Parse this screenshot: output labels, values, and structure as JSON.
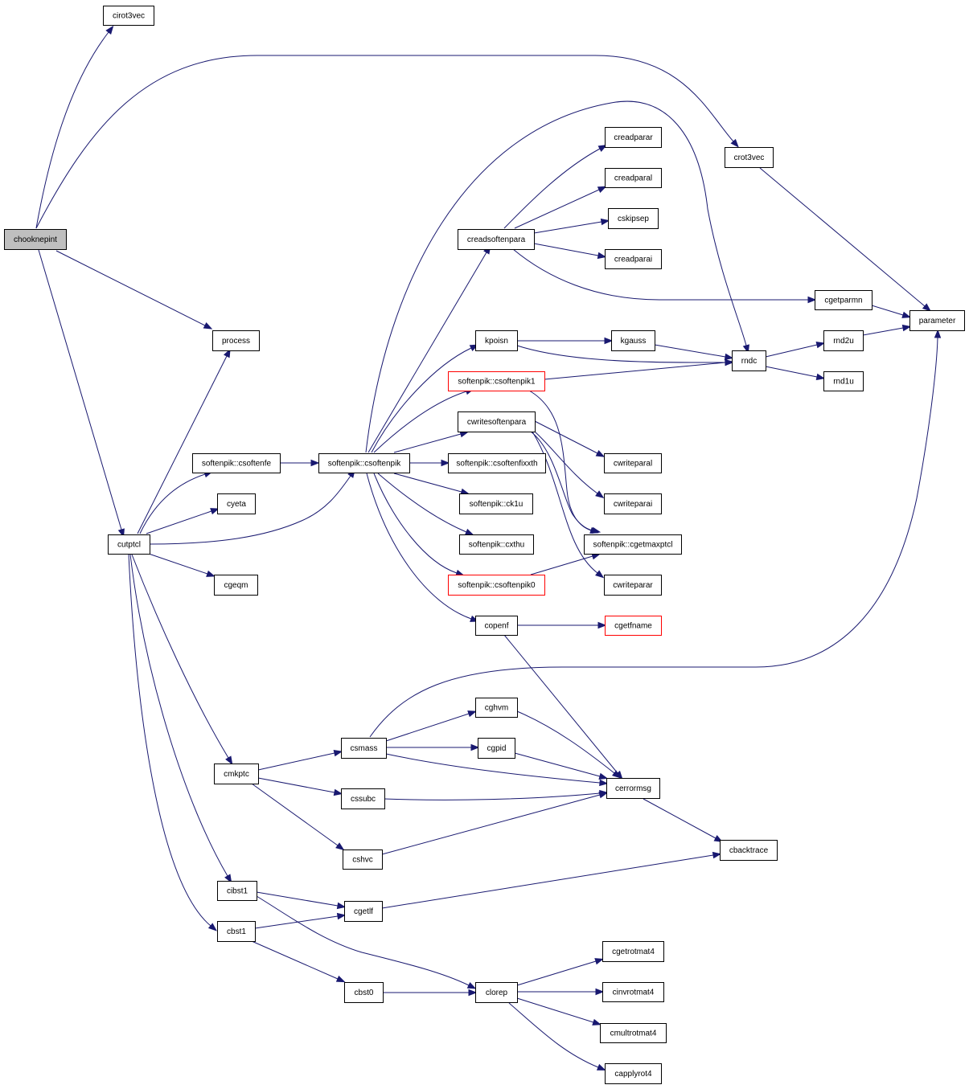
{
  "graph": {
    "node_labels": {
      "chooknepint": "chooknepint",
      "cirot3vec": "cirot3vec",
      "crot3vec": "crot3vec",
      "process": "process",
      "cutptcl": "cutptcl",
      "parameter": "parameter",
      "softenpik_csoftenfe": "softenpik::csoftenfe",
      "cyeta": "cyeta",
      "softenpik_csoftenpik": "softenpik::csoftenpik",
      "cgeqm": "cgeqm",
      "cmkptc": "cmkptc",
      "cibst1": "cibst1",
      "cbst1": "cbst1",
      "creadsoftenpara": "creadsoftenpara",
      "kpoisn": "kpoisn",
      "softenpik_csoftenpik1": "softenpik::csoftenpik1",
      "cwritesoftenpara": "cwritesoftenpara",
      "softenpik_csoftenfixxth": "softenpik::csoftenfixxth",
      "softenpik_ck1u": "softenpik::ck1u",
      "softenpik_cxthu": "softenpik::cxthu",
      "softenpik_csoftenpik0": "softenpik::csoftenpik0",
      "copenf": "copenf",
      "creadparar": "creadparar",
      "creadparal": "creadparal",
      "cskipsep": "cskipsep",
      "creadparai": "creadparai",
      "cgetparmn": "cgetparmn",
      "kgauss": "kgauss",
      "rndc": "rndc",
      "rnd2u": "rnd2u",
      "rnd1u": "rnd1u",
      "cwriteparal": "cwriteparal",
      "cwriteparai": "cwriteparai",
      "softenpik_cgetmaxptcl": "softenpik::cgetmaxptcl",
      "cwriteparar": "cwriteparar",
      "cgetfname": "cgetfname",
      "csmass": "csmass",
      "cssubc": "cssubc",
      "cshvc": "cshvc",
      "cghvm": "cghvm",
      "cgpid": "cgpid",
      "cerrormsg": "cerrormsg",
      "cbacktrace": "cbacktrace",
      "cgetlf": "cgetlf",
      "cbst0": "cbst0",
      "clorep": "clorep",
      "cgetrotmat4": "cgetrotmat4",
      "cinvrotmat4": "cinvrotmat4",
      "cmultrotmat4": "cmultrotmat4",
      "capplyrot4": "capplyrot4"
    },
    "highlighted_node": "chooknepint",
    "red_outlined_nodes": [
      "softenpik_csoftenpik1",
      "softenpik_csoftenpik0",
      "cgetfname"
    ],
    "edges": [
      {
        "from": "chooknepint",
        "to": "cirot3vec"
      },
      {
        "from": "chooknepint",
        "to": "crot3vec"
      },
      {
        "from": "chooknepint",
        "to": "process"
      },
      {
        "from": "chooknepint",
        "to": "cutptcl"
      },
      {
        "from": "crot3vec",
        "to": "parameter"
      },
      {
        "from": "cutptcl",
        "to": "process"
      },
      {
        "from": "cutptcl",
        "to": "softenpik_csoftenfe"
      },
      {
        "from": "cutptcl",
        "to": "cyeta"
      },
      {
        "from": "cutptcl",
        "to": "softenpik_csoftenpik"
      },
      {
        "from": "cutptcl",
        "to": "cgeqm"
      },
      {
        "from": "cutptcl",
        "to": "cmkptc"
      },
      {
        "from": "cutptcl",
        "to": "cibst1"
      },
      {
        "from": "cutptcl",
        "to": "cbst1"
      },
      {
        "from": "softenpik_csoftenfe",
        "to": "softenpik_csoftenpik"
      },
      {
        "from": "softenpik_csoftenpik",
        "to": "creadsoftenpara"
      },
      {
        "from": "softenpik_csoftenpik",
        "to": "kpoisn"
      },
      {
        "from": "softenpik_csoftenpik",
        "to": "softenpik_csoftenpik1"
      },
      {
        "from": "softenpik_csoftenpik",
        "to": "cwritesoftenpara"
      },
      {
        "from": "softenpik_csoftenpik",
        "to": "softenpik_csoftenfixxth"
      },
      {
        "from": "softenpik_csoftenpik",
        "to": "softenpik_ck1u"
      },
      {
        "from": "softenpik_csoftenpik",
        "to": "softenpik_cxthu"
      },
      {
        "from": "softenpik_csoftenpik",
        "to": "softenpik_csoftenpik0"
      },
      {
        "from": "softenpik_csoftenpik",
        "to": "copenf"
      },
      {
        "from": "softenpik_csoftenpik",
        "to": "rndc"
      },
      {
        "from": "creadsoftenpara",
        "to": "creadparar"
      },
      {
        "from": "creadsoftenpara",
        "to": "creadparal"
      },
      {
        "from": "creadsoftenpara",
        "to": "cskipsep"
      },
      {
        "from": "creadsoftenpara",
        "to": "creadparai"
      },
      {
        "from": "creadsoftenpara",
        "to": "cgetparmn"
      },
      {
        "from": "cgetparmn",
        "to": "parameter"
      },
      {
        "from": "kpoisn",
        "to": "kgauss"
      },
      {
        "from": "kpoisn",
        "to": "rndc"
      },
      {
        "from": "kgauss",
        "to": "rndc"
      },
      {
        "from": "softenpik_csoftenpik1",
        "to": "rndc"
      },
      {
        "from": "softenpik_csoftenpik1",
        "to": "softenpik_cgetmaxptcl"
      },
      {
        "from": "rndc",
        "to": "rnd2u"
      },
      {
        "from": "rndc",
        "to": "rnd1u"
      },
      {
        "from": "rnd2u",
        "to": "parameter"
      },
      {
        "from": "cwritesoftenpara",
        "to": "cwriteparal"
      },
      {
        "from": "cwritesoftenpara",
        "to": "cwriteparai"
      },
      {
        "from": "cwritesoftenpara",
        "to": "softenpik_cgetmaxptcl"
      },
      {
        "from": "cwritesoftenpara",
        "to": "cwriteparar"
      },
      {
        "from": "softenpik_csoftenpik0",
        "to": "softenpik_cgetmaxptcl"
      },
      {
        "from": "copenf",
        "to": "cgetfname"
      },
      {
        "from": "copenf",
        "to": "cerrormsg"
      },
      {
        "from": "cmkptc",
        "to": "csmass"
      },
      {
        "from": "cmkptc",
        "to": "cssubc"
      },
      {
        "from": "cmkptc",
        "to": "cshvc"
      },
      {
        "from": "csmass",
        "to": "parameter"
      },
      {
        "from": "csmass",
        "to": "cghvm"
      },
      {
        "from": "csmass",
        "to": "cgpid"
      },
      {
        "from": "csmass",
        "to": "cerrormsg"
      },
      {
        "from": "cghvm",
        "to": "cerrormsg"
      },
      {
        "from": "cgpid",
        "to": "cerrormsg"
      },
      {
        "from": "cssubc",
        "to": "cerrormsg"
      },
      {
        "from": "cshvc",
        "to": "cerrormsg"
      },
      {
        "from": "cerrormsg",
        "to": "cbacktrace"
      },
      {
        "from": "cibst1",
        "to": "cgetlf"
      },
      {
        "from": "cibst1",
        "to": "clorep"
      },
      {
        "from": "cbst1",
        "to": "cgetlf"
      },
      {
        "from": "cbst1",
        "to": "cbst0"
      },
      {
        "from": "cgetlf",
        "to": "cbacktrace"
      },
      {
        "from": "cbst0",
        "to": "clorep"
      },
      {
        "from": "clorep",
        "to": "cgetrotmat4"
      },
      {
        "from": "clorep",
        "to": "cinvrotmat4"
      },
      {
        "from": "clorep",
        "to": "cmultrotmat4"
      },
      {
        "from": "clorep",
        "to": "capplyrot4"
      }
    ],
    "colors": {
      "edge": "#191970",
      "highlight_fill": "#bfbfbf",
      "red_border": "#ff0000",
      "border": "#000000"
    }
  }
}
